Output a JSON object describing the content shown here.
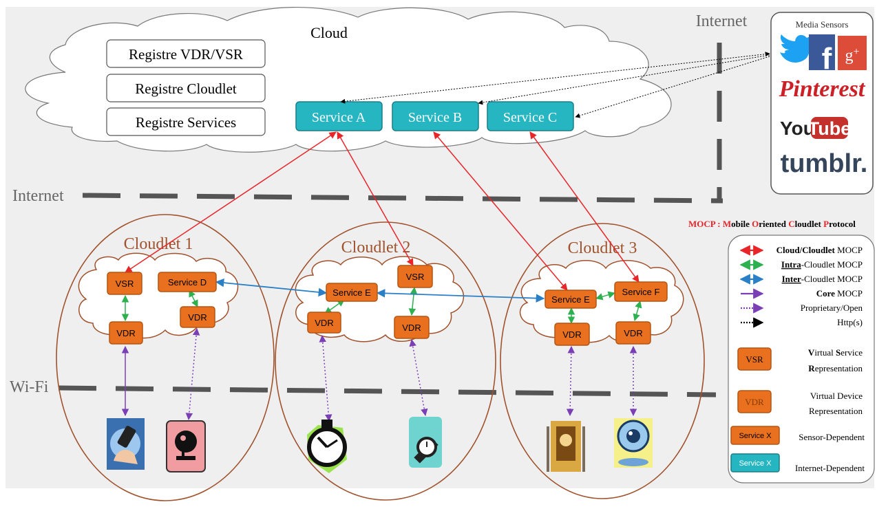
{
  "labels": {
    "cloud": "Cloud",
    "internet_top": "Internet",
    "internet_left": "Internet",
    "wifi": "Wi-Fi"
  },
  "registries": [
    "Registre VDR/VSR",
    "Registre Cloudlet",
    "Registre Services"
  ],
  "cloud_services": [
    "Service A",
    "Service B",
    "Service C"
  ],
  "cloudlets": [
    {
      "title": "Cloudlet 1",
      "vsr": "VSR",
      "service": "Service D",
      "vdrs": [
        "VDR",
        "VDR"
      ]
    },
    {
      "title": "Cloudlet 2",
      "vsr": "VSR",
      "service": "Service E",
      "vdrs": [
        "VDR",
        "VDR"
      ]
    },
    {
      "title": "Cloudlet 3",
      "services": [
        "Service E",
        "Service F"
      ],
      "vdrs": [
        "VDR",
        "VDR"
      ]
    }
  ],
  "media_sensors": {
    "title": "Media Sensors",
    "items": [
      "twitter",
      "facebook",
      "google-plus",
      "Pinterest",
      "You",
      "Tube",
      "tumblr."
    ]
  },
  "mocp_title": {
    "letters": [
      "M",
      "obile ",
      "O",
      "riented ",
      "C",
      "loudlet ",
      "P",
      "rotocol"
    ],
    "prefix": "MOCP : "
  },
  "legend": {
    "arrows": [
      {
        "bold": "Cloud/Cloudlet",
        "text": " MOCP",
        "color": "#e8262a",
        "style": "solid"
      },
      {
        "bold": "Intra",
        "text": "-Cloudlet MOCP",
        "color": "#2db050",
        "style": "solid"
      },
      {
        "bold": "Inter",
        "text": "-Cloudlet MOCP",
        "color": "#2a7fc6",
        "style": "solid"
      },
      {
        "bold": "Core",
        "text": " MOCP",
        "color": "#7a3fb5",
        "style": "solid"
      },
      {
        "bold": "",
        "text": "Proprietary/Open",
        "color": "#7a3fb5",
        "style": "dotted"
      },
      {
        "bold": "",
        "text": "Http(s)",
        "color": "#000000",
        "style": "dotted"
      }
    ],
    "blocks": [
      {
        "box": "VSR",
        "line1": "Virtual Service",
        "line2": "Representation"
      },
      {
        "box": "VDR",
        "line1": "Virtual Device",
        "line2": "Representation"
      },
      {
        "box": "Service X",
        "line1": "Sensor-Dependent",
        "line2": ""
      },
      {
        "box": "Service X",
        "line1": "Internet-Dependent",
        "line2": ""
      }
    ]
  },
  "colors": {
    "orange": "#e8701f",
    "teal": "#26b6c2",
    "red": "#e8262a",
    "green": "#2db050",
    "blue": "#2a7fc6",
    "purple": "#7a3fb5",
    "cloudlet_border": "#a0522d",
    "dash": "#555555"
  }
}
